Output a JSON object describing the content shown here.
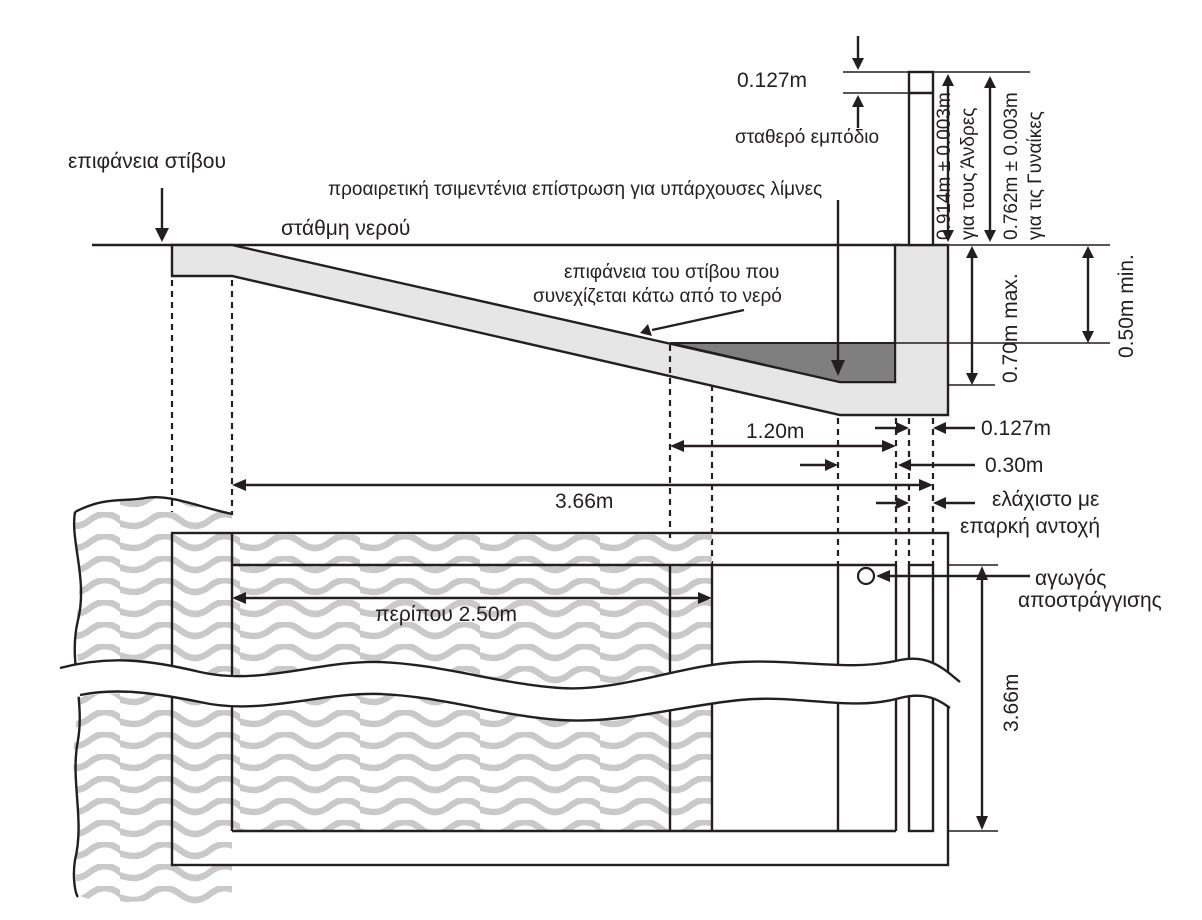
{
  "labels": {
    "track_surface": "επιφάνεια στίβου",
    "water_level": "στάθμη νερού",
    "concrete_lining": "προαιρετική τσιμεντένια επίστρωση για υπάρχουσες λίμνες",
    "track_under_water_line1": "επιφάνεια του στίβου που",
    "track_under_water_line2": "συνεχίζεται κάτω από το νερό",
    "fixed_hurdle": "σταθερό εμπόδιο",
    "dim_top_bar": "0.127m",
    "dim_men": "0.914m ± 0.003m",
    "dim_men_sub": "για τους Άνδρες",
    "dim_women": "0.762m ± 0.003m",
    "dim_women_sub": "για τις Γυναίκες",
    "dim_max_depth": "0.70m max.",
    "dim_min_depth": "0.50m min.",
    "dim_120": "1.20m",
    "dim_0127": "0.127m",
    "dim_030": "0.30m",
    "dim_366_h": "3.66m",
    "min_strength_line1": "ελάχιστο με",
    "min_strength_line2": "επαρκή αντοχή",
    "dim_250": "περίπου 2.50m",
    "drain_line1": "αγωγός",
    "drain_line2": "αποστράγγισης",
    "dim_366_v": "3.66m"
  },
  "colors": {
    "stroke": "#231f20",
    "light_fill": "#e6e6e6",
    "dark_fill": "#7f7f7f",
    "wave": "#c9c9c9"
  }
}
